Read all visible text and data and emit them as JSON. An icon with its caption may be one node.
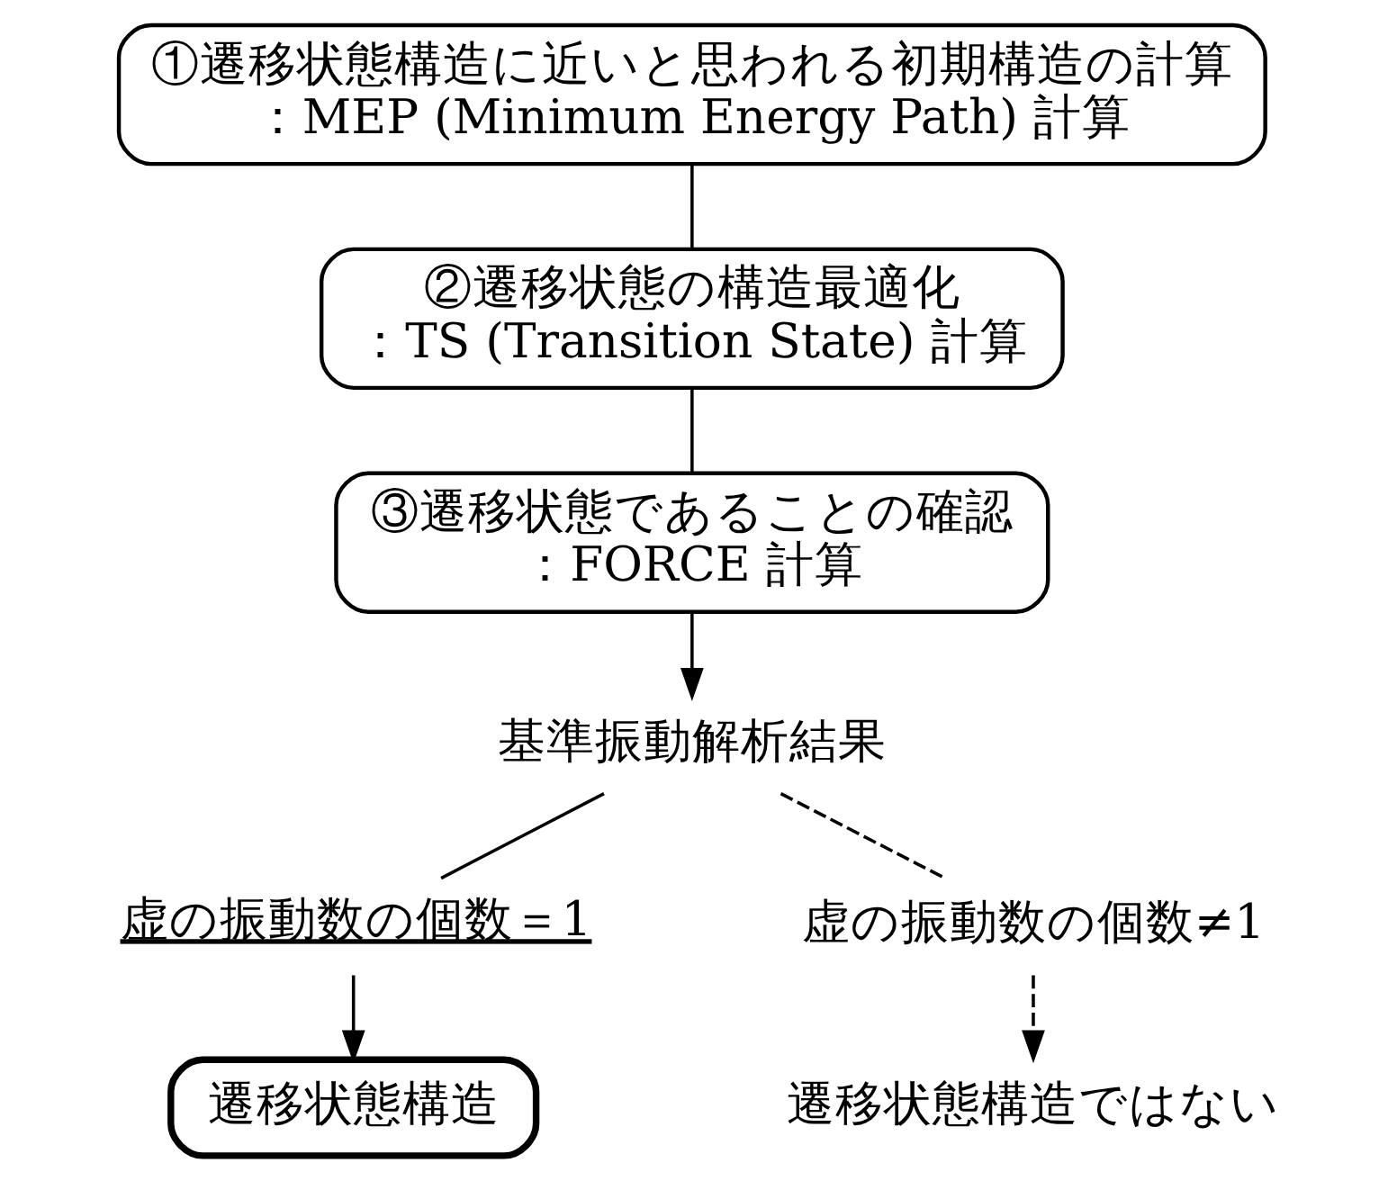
{
  "diagram": {
    "nodes": [
      {
        "text": [
          "①遷移状態構造に近いと思われる初期構造の計算",
          "：MEP (Minimum Energy Path) 計算"
        ]
      },
      {
        "text": [
          "②遷移状態の構造最適化",
          "：TS (Transition State) 計算"
        ]
      },
      {
        "text": [
          "③遷移状態であることの確認",
          "：FORCE 計算"
        ]
      },
      {
        "text": [
          "基準振動解析結果"
        ]
      },
      {
        "text": [
          "虚の振動数の個数＝1"
        ]
      },
      {
        "text": [
          "虚の振動数の個数≠1"
        ]
      },
      {
        "text": [
          "遷移状態構造"
        ]
      },
      {
        "text": [
          "遷移状態構造ではない"
        ]
      }
    ],
    "edges": [
      {
        "from": 0,
        "to": 1,
        "arrow": "none"
      },
      {
        "from": 1,
        "to": 2,
        "arrow": "none"
      },
      {
        "from": 2,
        "to": 3,
        "arrow": "to"
      },
      {
        "from": 3,
        "to": 4,
        "arrow": "none"
      },
      {
        "from": 3,
        "to": 5,
        "arrow": "none",
        "style": "dashed"
      },
      {
        "from": 4,
        "to": 6,
        "arrow": "to"
      },
      {
        "from": 5,
        "to": 7,
        "arrow": "to",
        "style": "dashed"
      }
    ]
  }
}
